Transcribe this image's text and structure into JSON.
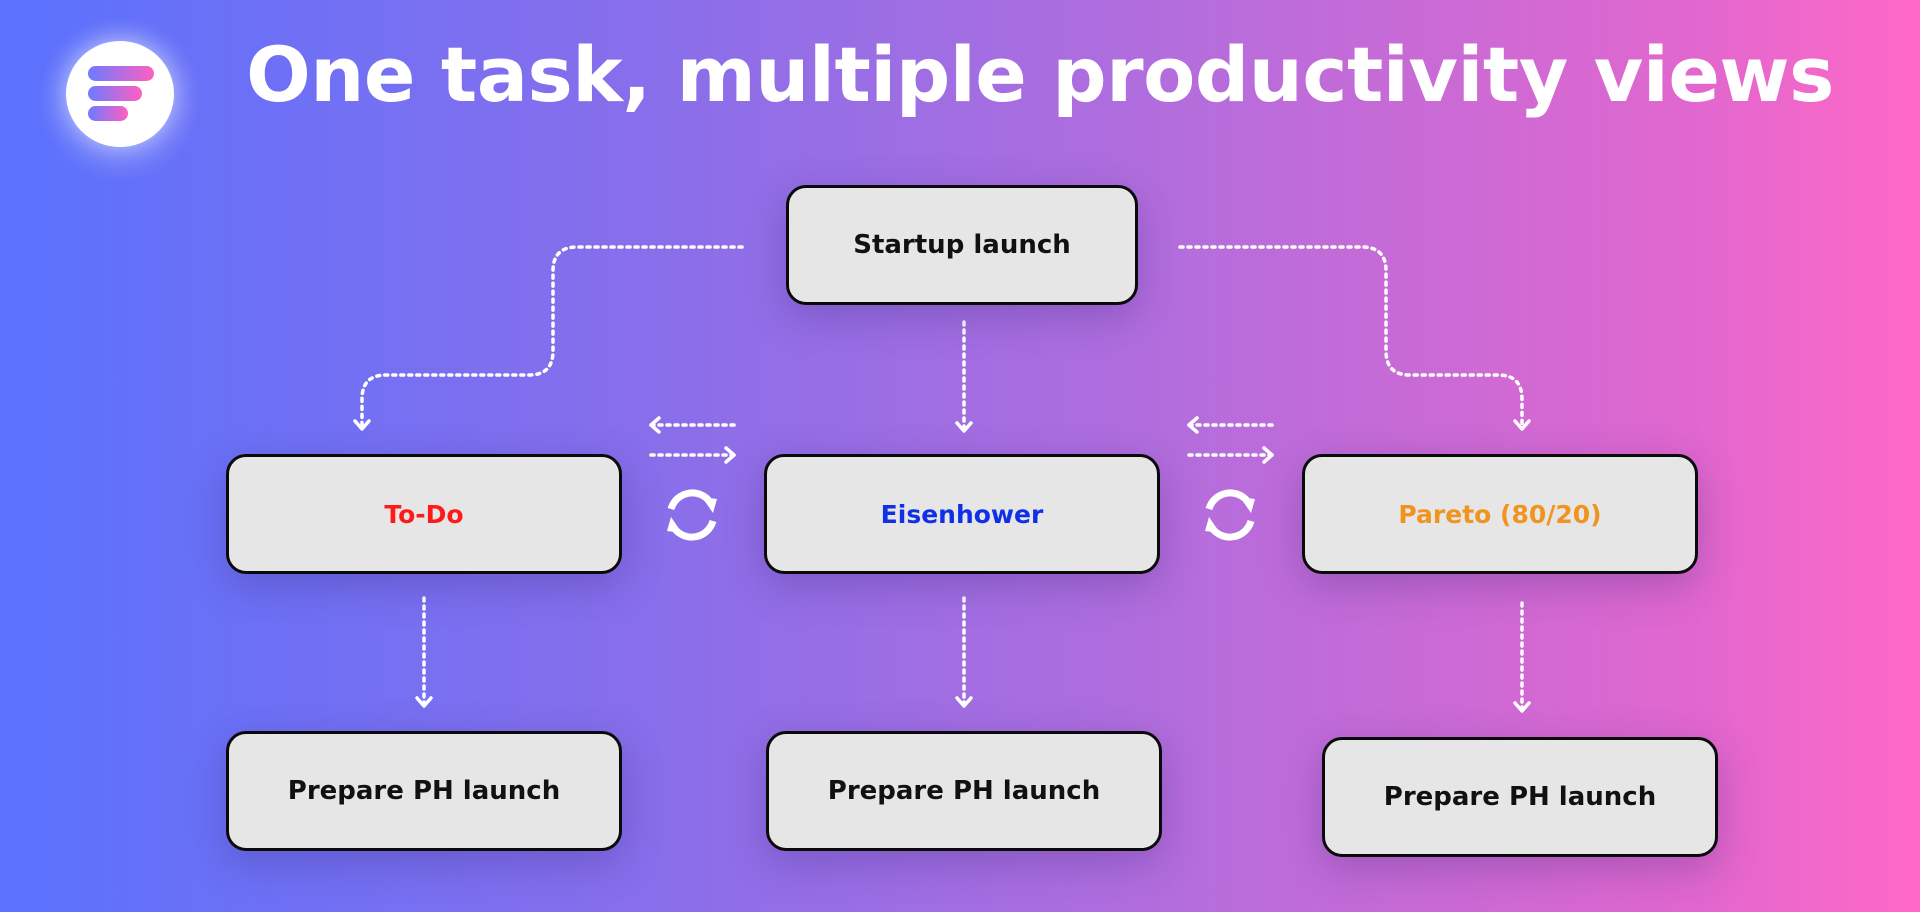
{
  "title": "One task, multiple productivity views",
  "root": {
    "label": "Startup launch"
  },
  "views": [
    {
      "label": "To-Do",
      "color": "#ff1a1a"
    },
    {
      "label": "Eisenhower",
      "color": "#1030e8"
    },
    {
      "label": "Pareto (80/20)",
      "color": "#f0941f"
    }
  ],
  "tasks": [
    {
      "label": "Prepare PH launch"
    },
    {
      "label": "Prepare PH launch"
    },
    {
      "label": "Prepare PH launch"
    }
  ],
  "icons": {
    "logo": "app-logo-icon",
    "sync": "sync-icon"
  },
  "colors": {
    "gradient_start": "#5a72fd",
    "gradient_end": "#ff68c6",
    "node_fill": "#e6e6e6",
    "node_border": "#0a0a0a",
    "connector": "#ffffff"
  }
}
